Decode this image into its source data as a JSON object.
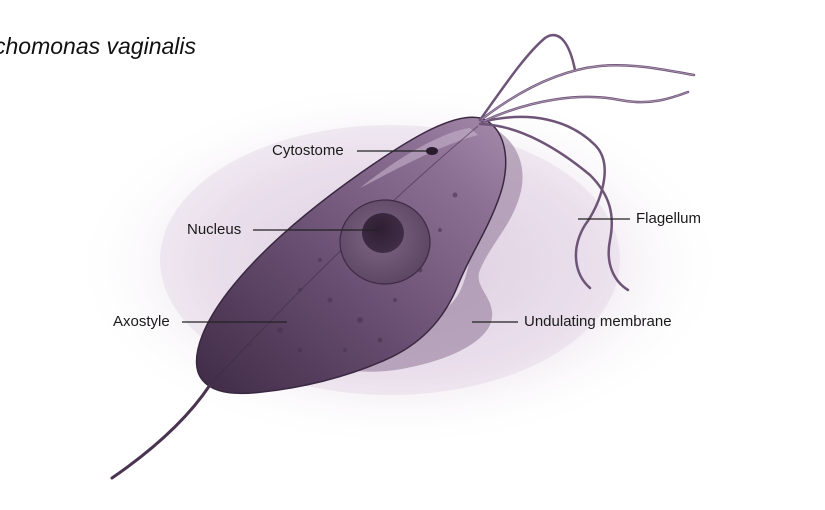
{
  "figure": {
    "title": "chomonas vaginalis"
  },
  "labels": {
    "cytostome": "Cytostome",
    "nucleus": "Nucleus",
    "axostyle": "Axostyle",
    "flagellum": "Flagellum",
    "undulating_membrane": "Undulating membrane"
  },
  "colors": {
    "body_dark": "#4a3450",
    "body_mid": "#6f5578",
    "body_light": "#9a80a0",
    "halo": "#d9c8dc",
    "leader_line": "#222222"
  }
}
